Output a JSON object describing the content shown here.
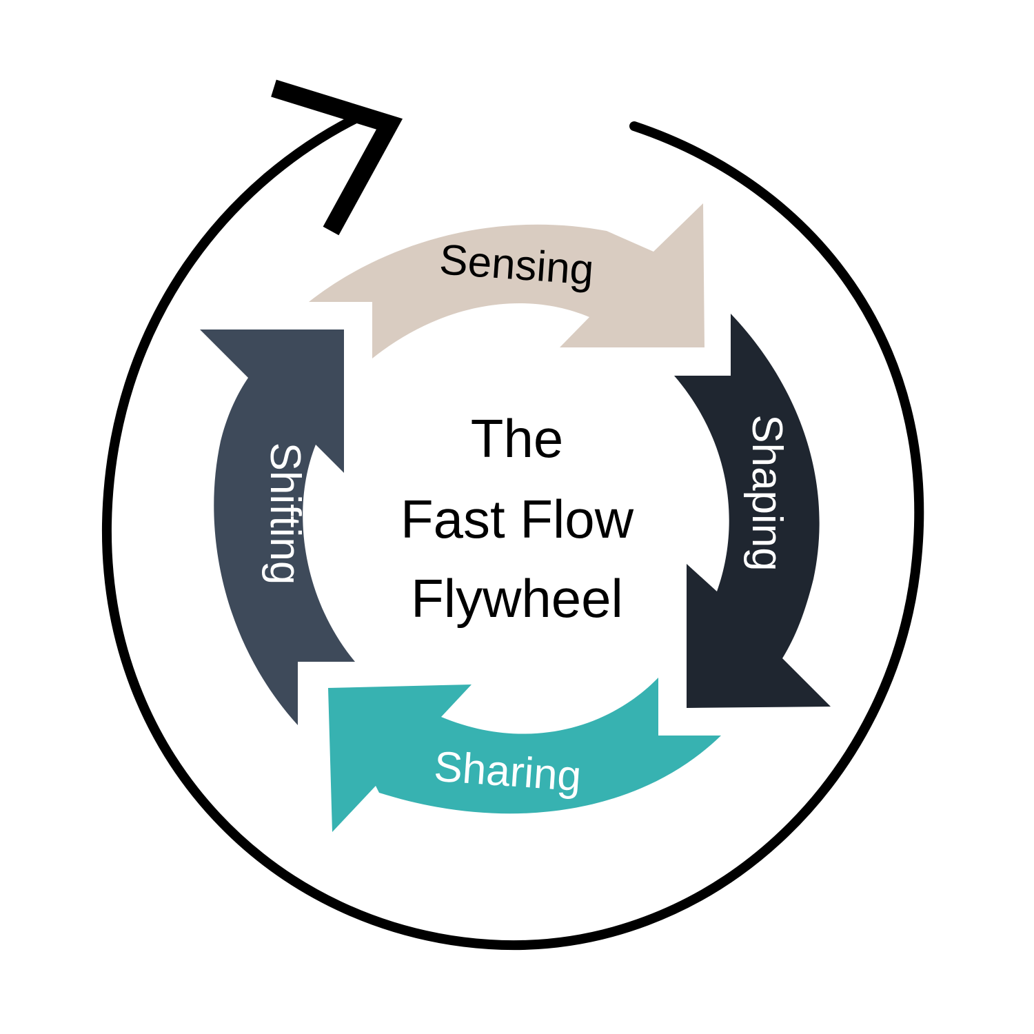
{
  "title_lines": [
    "The",
    "Fast Flow",
    "Flywheel"
  ],
  "stages": [
    {
      "label": "Sensing",
      "color": "#d9ccc1",
      "text_color": "#000000"
    },
    {
      "label": "Shaping",
      "color": "#1f2630",
      "text_color": "#ffffff"
    },
    {
      "label": "Sharing",
      "color": "#37b2b1",
      "text_color": "#ffffff"
    },
    {
      "label": "Shifting",
      "color": "#3e4a5a",
      "text_color": "#ffffff"
    }
  ],
  "outer_ring_color": "#000000",
  "icons": [
    "rotation-arrow-icon"
  ]
}
